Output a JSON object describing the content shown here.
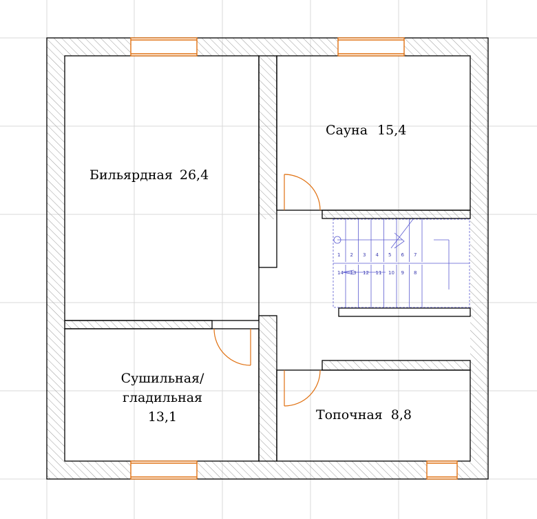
{
  "colors": {
    "grid": "#d9d9d9",
    "wall_stroke": "#000000",
    "hatch": "#9a9a9a",
    "window": "#e07010",
    "door": "#e07010",
    "stair": "#5a5ad0"
  },
  "rooms": {
    "billiard": {
      "name": "Бильярдная",
      "area": "26,4"
    },
    "sauna": {
      "name": "Сауна",
      "area": "15,4"
    },
    "drying_line1": "Сушильная/",
    "drying_line2": "гладильная",
    "drying_area": "13,1",
    "boiler": {
      "name": "Топочная",
      "area": "8,8"
    }
  },
  "stairs": {
    "upper_steps": [
      "1",
      "2",
      "3",
      "4",
      "5",
      "6",
      "7"
    ],
    "lower_steps": [
      "14",
      "13",
      "12",
      "11",
      "10",
      "9",
      "8"
    ]
  }
}
